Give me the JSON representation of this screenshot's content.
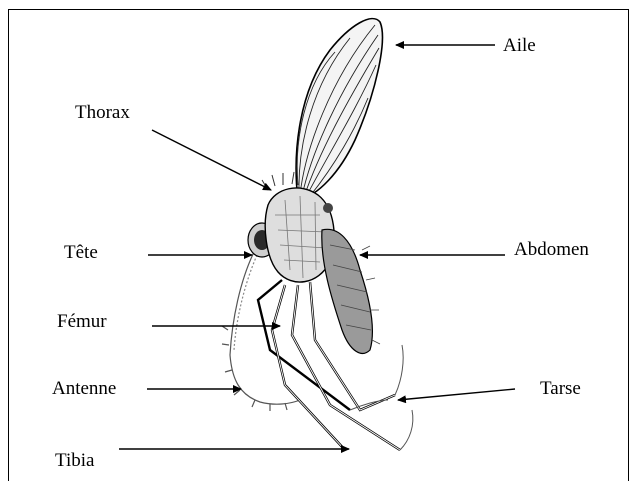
{
  "labels": {
    "aile": "Aile",
    "thorax": "Thorax",
    "tete": "Tête",
    "abdomen": "Abdomen",
    "femur": "Fémur",
    "antenne": "Antenne",
    "tarse": "Tarse",
    "tibia": "Tibia"
  },
  "colors": {
    "ink": "#000000",
    "background": "#ffffff",
    "body_shading": "#9a9a9a"
  }
}
